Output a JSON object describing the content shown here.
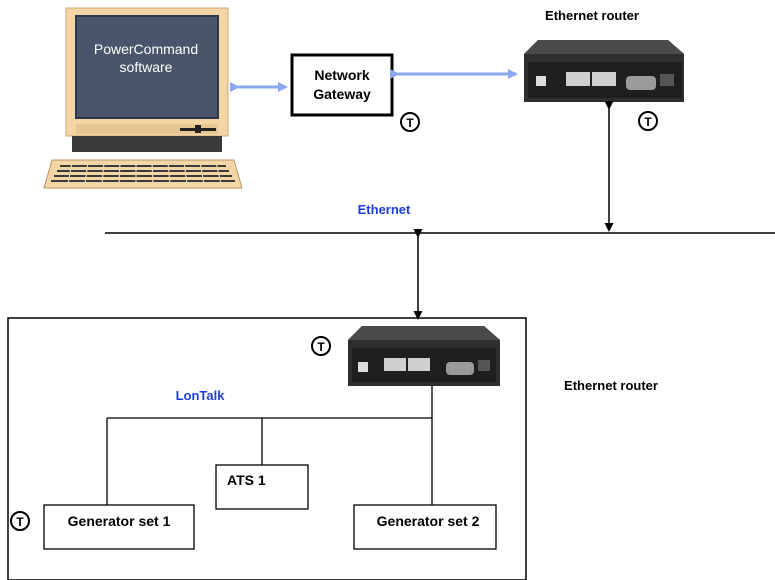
{
  "computer": {
    "screen_line1": "PowerCommand",
    "screen_line2": "software"
  },
  "gateway": {
    "line1": "Network",
    "line2": "Gateway"
  },
  "routers": {
    "top_label": "Ethernet router",
    "bottom_label": "Ethernet router"
  },
  "network": {
    "ethernet_label": "Ethernet",
    "lontalk_label": "LonTalk"
  },
  "devices": {
    "ats": "ATS 1",
    "gen1": "Generator set 1",
    "gen2": "Generator set 2"
  },
  "terminator_symbol": "T",
  "colors": {
    "link_blue": "#8aa8f0",
    "label_blue": "#1f3fd6",
    "monitor_beige": "#f4d6a6",
    "screen_slate": "#4a556b",
    "router_body": "#2e2e30"
  },
  "icons": {
    "monitor": "computer-icon",
    "router": "router-icon",
    "terminator": "terminator-icon"
  }
}
